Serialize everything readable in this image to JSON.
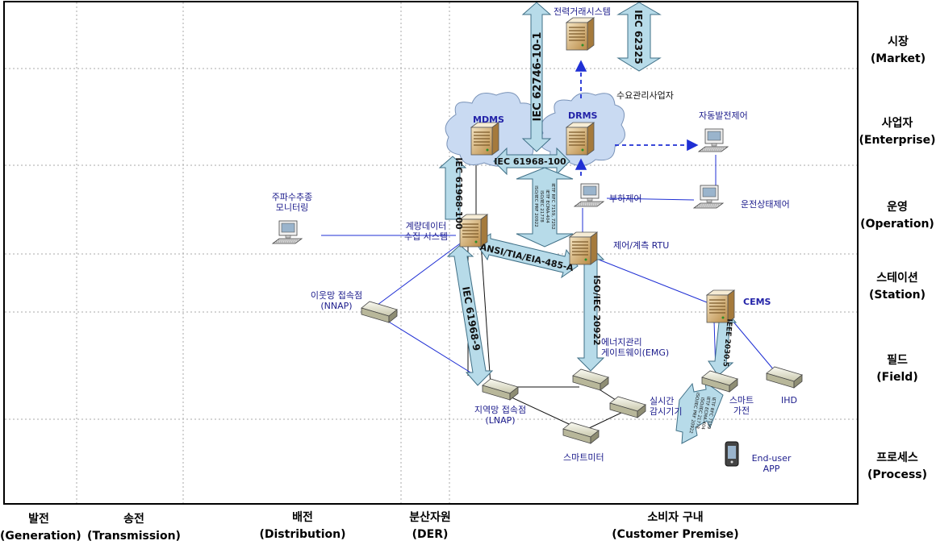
{
  "vertical_domains": [
    {
      "ko": "시장",
      "en": "(Market)"
    },
    {
      "ko": "사업자",
      "en": "(Enterprise)"
    },
    {
      "ko": "운영",
      "en": "(Operation)"
    },
    {
      "ko": "스테이션",
      "en": "(Station)"
    },
    {
      "ko": "필드",
      "en": "(Field)"
    },
    {
      "ko": "프로세스",
      "en": "(Process)"
    }
  ],
  "horizontal_domains": [
    {
      "ko": "발전",
      "en": "(Generation)"
    },
    {
      "ko": "송전",
      "en": "(Transmission)"
    },
    {
      "ko": "배전",
      "en": "(Distribution)"
    },
    {
      "ko": "분산자원",
      "en": "(DER)"
    },
    {
      "ko": "소비자 구내",
      "en": "(Customer  Premise)"
    }
  ],
  "nodes": {
    "power_trading": "전력거래시스템",
    "demand_mgmt_operator": "수요관리사업자",
    "mdms": "MDMS",
    "drms": "DRMS",
    "auto_gen_control": "자동발전제어",
    "freq_monitoring": [
      "주파수추종",
      "모니터링"
    ],
    "meter_data_collection": [
      "계량데이터",
      "수집 시스템"
    ],
    "load_control": "부하제어",
    "operation_state_control": "운전상태제어",
    "control_rtu": "제어/계측 RTU",
    "nnap": [
      "이웃망 접속점",
      "(NNAP)"
    ],
    "cems": "CEMS",
    "emg": [
      "에너지관리",
      "게이트웨이(EMG)"
    ],
    "lnap": [
      "지역망 접속점",
      "(LNAP)"
    ],
    "realtime_monitor": [
      "실시간",
      "감시기기"
    ],
    "smart_appliance": [
      "스마트",
      "가전"
    ],
    "ihd": "IHD",
    "smart_meter": "스마트미터",
    "end_user_app": [
      "End-user",
      "APP"
    ]
  },
  "protocols": {
    "iec_62746": "IEC 62746-10-1",
    "iec_62325": "IEC 62325",
    "iec_61968_100_top": "IEC 61968-100",
    "iec_61968_100_left": "IEC 61968-100",
    "ansi_485": "ANSI/TIA/EIA-485-A",
    "iec_61968_9": "IEC 61968-9",
    "iso_20922": "ISO/IEC 20922",
    "ieee_2030_5": "IEEE 2030.5",
    "multi_std_1": [
      "IETF RFC 7159, 7252",
      "IETF ECMA-404",
      "ISO/IEC 21778",
      "ISO/IEC PRF 20922"
    ],
    "multi_std_2": [
      "IETF RFC 7159",
      "IETF ECMA-404",
      "ISO/IEC 21778",
      "ISO/IEC PRF 20922"
    ]
  },
  "colors": {
    "arrow_fill": "#b7dbe9",
    "arrow_stroke": "#3f6f86",
    "link_blue": "#1f2fd4",
    "label_text": "#2323a8",
    "cloud_fill": "#c9daf2",
    "grid_line": "#a8a8a8"
  }
}
